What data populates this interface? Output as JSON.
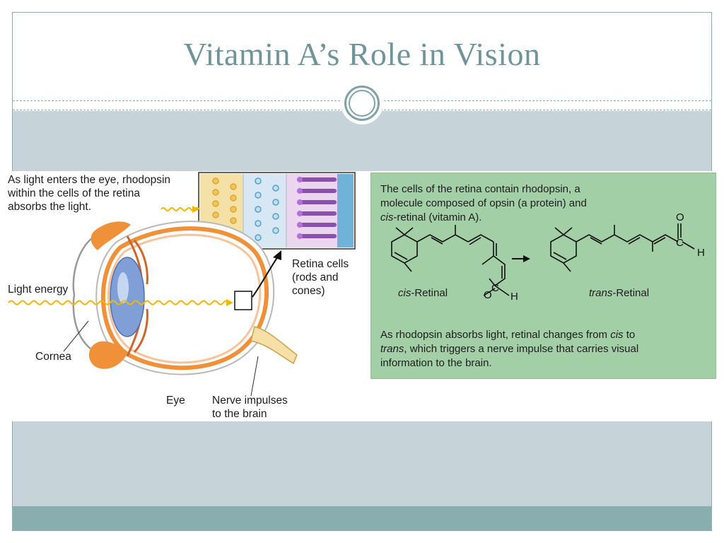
{
  "slide": {
    "title": "Vitamin A’s Role in Vision"
  },
  "eye_diagram": {
    "label_rhodopsin": "As light enters the eye, rhodopsin\nwithin the cells of the retina\nabsorbs the light.",
    "label_light": "Light energy",
    "label_cornea": "Cornea",
    "label_eye": "Eye",
    "label_nerve": "Nerve impulses\nto the brain",
    "label_retina": "Retina cells\n(rods and\ncones)"
  },
  "green_panel": {
    "intro_line1": "The cells of the retina contain rhodopsin, a",
    "intro_line2": "molecule composed of opsin (a protein) and",
    "intro_line3_italic": "cis",
    "intro_line3_rest": "-retinal (vitamin A).",
    "cis_italic": "cis",
    "cis_rest": "-Retinal",
    "trans_italic": "trans",
    "trans_rest": "-Retinal",
    "atom_o": "O",
    "atom_c": "C",
    "atom_h": "H",
    "outro_line1_a": "As rhodopsin absorbs light, retinal changes from ",
    "outro_line1_italic": "cis",
    "outro_line1_b": " to",
    "outro_line2_italic": "trans",
    "outro_line2_rest": ", which triggers a nerve impulse that carries visual",
    "outro_line3": "information to the brain."
  },
  "colors": {
    "title": "#6f959a",
    "band": "#c6d4d9",
    "footer": "#8aadaf",
    "panel": "#a3cfa7",
    "eye_orange": "#f0913a",
    "lens_blue": "#7f9fd6",
    "light_wave": "#f2b705"
  }
}
